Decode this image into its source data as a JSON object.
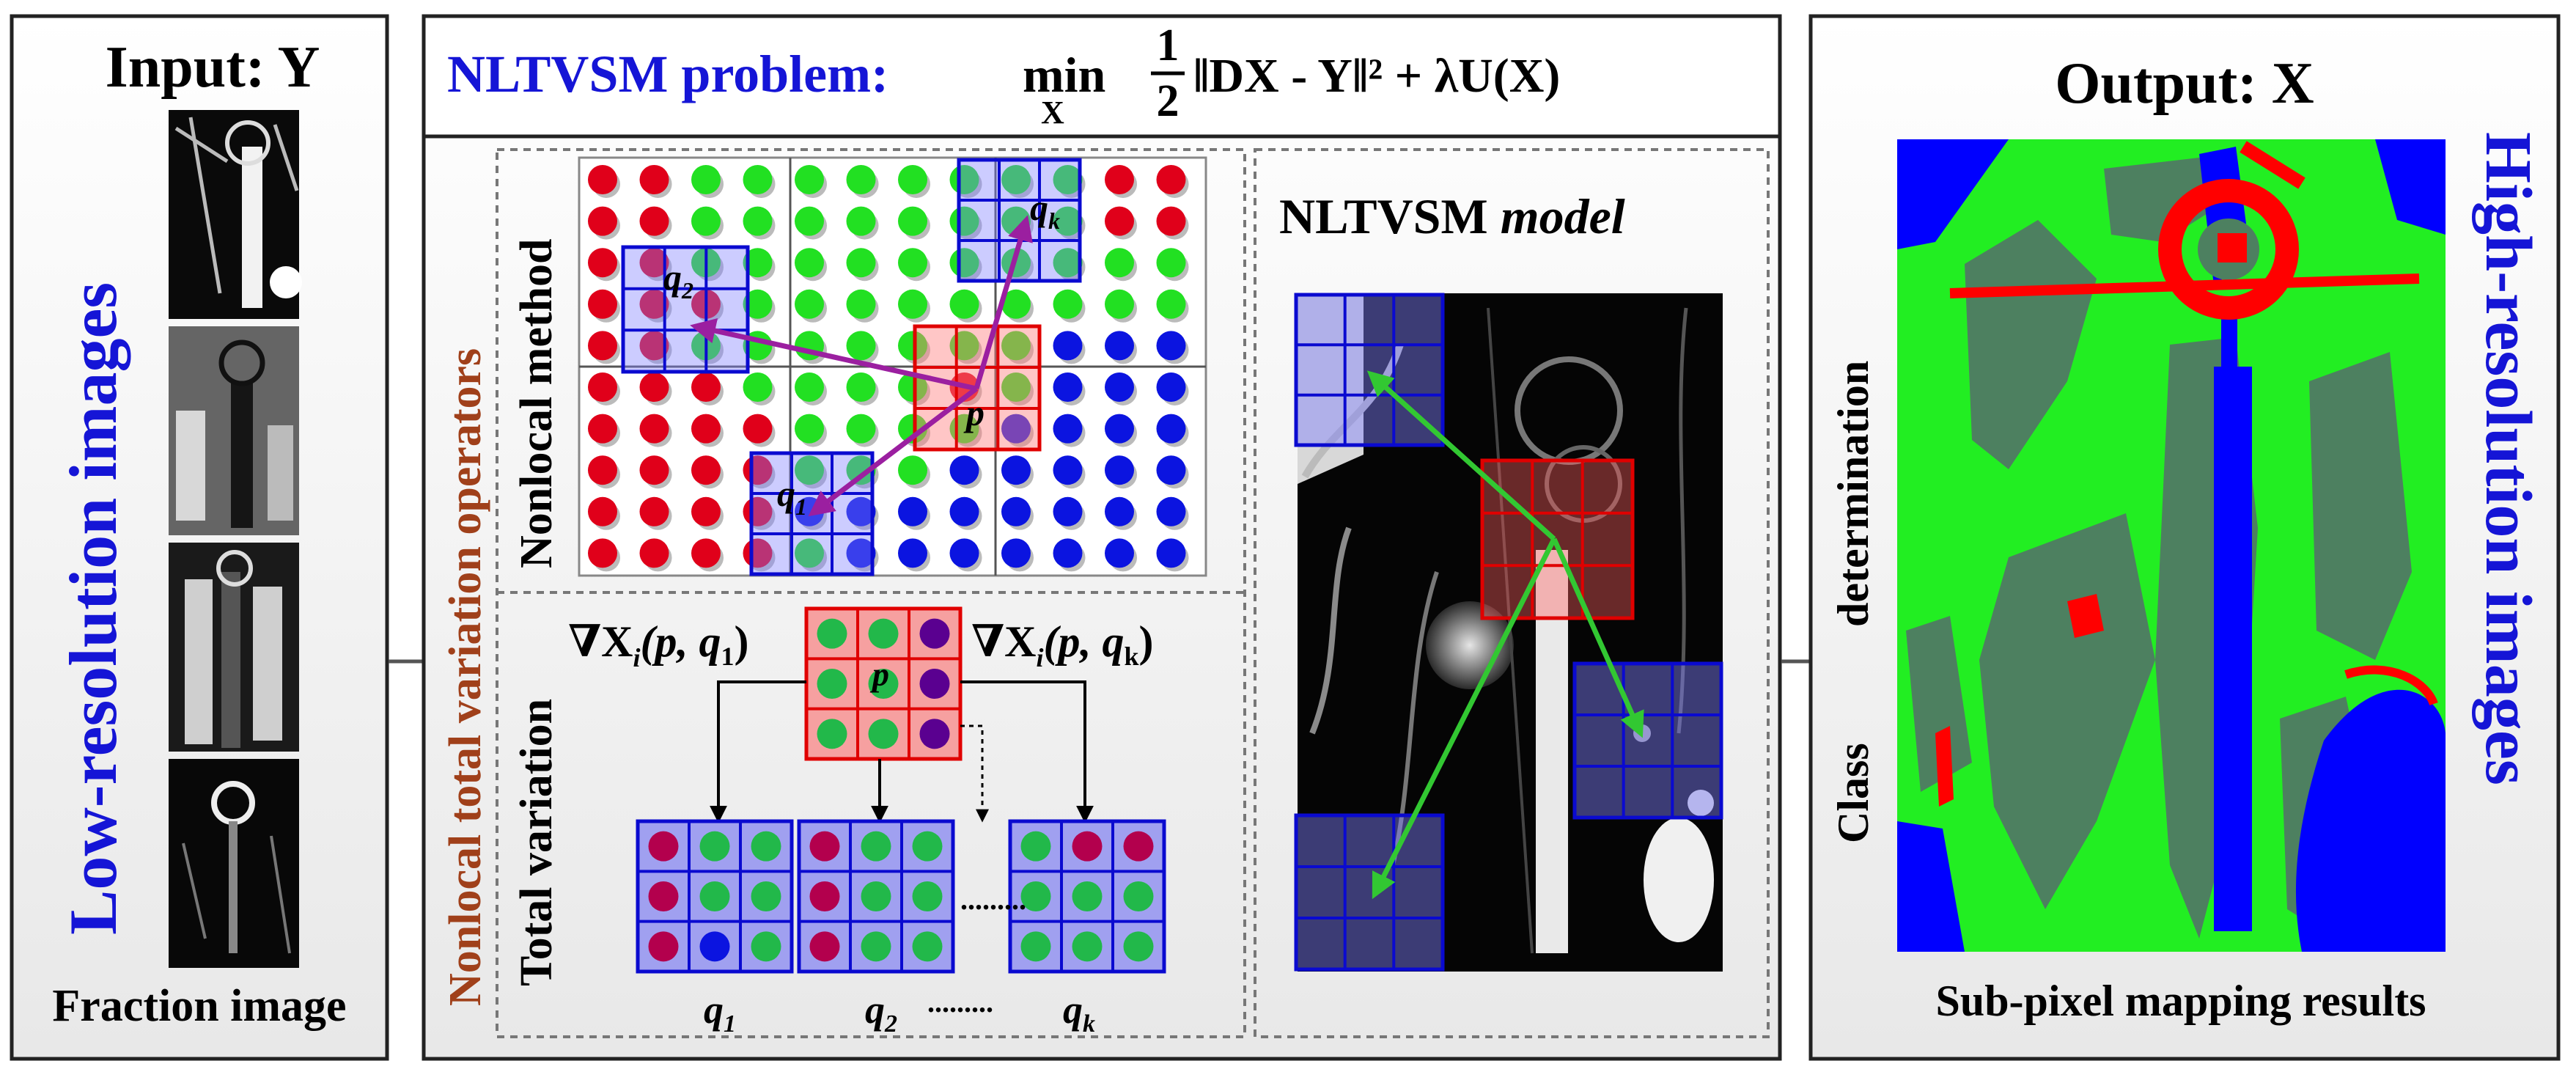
{
  "left_panel": {
    "title": "Input: Y",
    "side_label": "Low-resolution images",
    "caption": "Fraction image"
  },
  "center_panel": {
    "header": {
      "title": "NLTVSM problem:",
      "equation_min": "min",
      "equation_subscript": "X",
      "equation_frac_num": "1",
      "equation_frac_den": "2",
      "equation_body": "‖DX - Y‖² + λU(X)"
    },
    "operators_label_parts": [
      "Nonlocal ",
      "total ",
      "variation operators"
    ],
    "nonlocal": {
      "label": "Nonlocal method",
      "points": {
        "p": "p",
        "q1": "q",
        "q1_sub": "1",
        "q2": "q",
        "q2_sub": "2",
        "qk": "q",
        "qk_sub": "k"
      }
    },
    "total_variation": {
      "label": "Total variation",
      "grad_left": "∇X",
      "grad_left_args": "(p, q",
      "grad_left_sub": "1",
      "grad_right": "∇X",
      "grad_right_args": "(p, q",
      "grad_right_sub": "k",
      "grad_index": "i",
      "center_p": "p",
      "bottom_labels": [
        {
          "main": "q",
          "sub": "1"
        },
        {
          "main": "q",
          "sub": "2"
        },
        {
          "main": "q",
          "sub": "k"
        }
      ],
      "ellipsis": "........."
    },
    "model": {
      "title_main": "NLTVSM",
      "title_italic": "model"
    }
  },
  "right_panel": {
    "title": "Output: X",
    "side_label": "High-resolution images",
    "vertical_left_1": "Class",
    "vertical_left_2": "determination",
    "caption": "Sub-pixel mapping results"
  },
  "colors": {
    "blue_text": "#1515d6",
    "brown_text": "#a0401a",
    "dot_red": "#e0001a",
    "dot_green": "#22e022",
    "dot_blue": "#0b14e0",
    "grid_blue": "#0a0ad0",
    "grid_red": "#e00000",
    "arrow_purple": "#9b1fa0",
    "arrow_green": "#32c832",
    "map_green": "#22ee22",
    "map_gray": "#4d8060",
    "map_blue": "#0000ff",
    "map_red": "#ff0000"
  }
}
